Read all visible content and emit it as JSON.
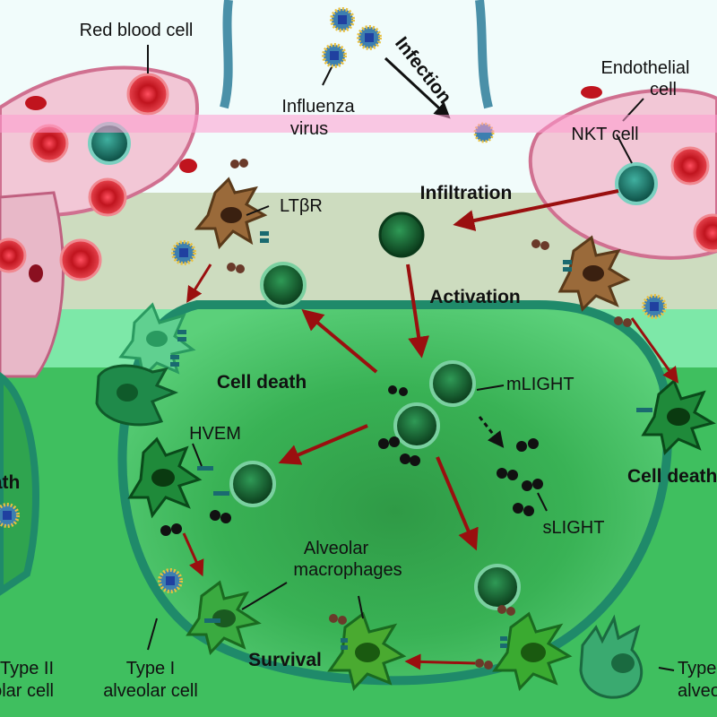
{
  "labels": {
    "red_blood_cell": "Red blood cell",
    "influenza_virus": [
      "Influenza",
      "virus"
    ],
    "infection": "Infection",
    "endothelial_cell": [
      "Endothelial",
      "cell"
    ],
    "nkt_cell": "NKT cell",
    "infiltration": "Infiltration",
    "ltbr": "LTβR",
    "activation": "Activation",
    "cell_death_center": "Cell death",
    "mlight": "mLIGHT",
    "hvem": "HVEM",
    "cell_death_right": "Cell death",
    "cell_death_left": "Cell death",
    "slight": "sLIGHT",
    "alveolar_macrophages": [
      "Alveolar",
      "macrophages"
    ],
    "survival": "Survival",
    "type_ii_left": [
      "Type II",
      "alveolar cell"
    ],
    "type_i": [
      "Type I",
      "alveolar cell"
    ],
    "type_ii_right": [
      "Type II",
      "alveolar cell"
    ]
  },
  "colors": {
    "alveolus_fill": "#3fbf5f",
    "alveolus_deep": "#1a7a3a",
    "epithelium": "#1f8a6a",
    "blood_pink": "#f2c7d6",
    "rbc": "#c0141e",
    "arrow": "#9a0f0f",
    "macrophage": "#8a5a2a",
    "t_cell": "#0f5a2a",
    "virus": "#3d7fb0"
  }
}
